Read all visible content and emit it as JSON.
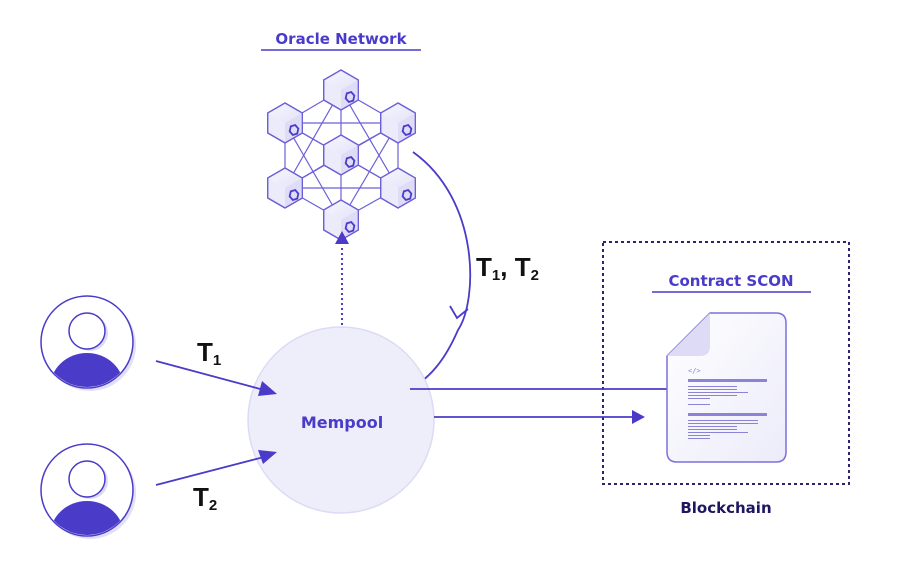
{
  "diagram": {
    "oracle_network": {
      "title": "Oracle Network",
      "nodes": [
        "top",
        "upper-left",
        "upper-right",
        "center",
        "lower-left",
        "lower-right",
        "bottom"
      ]
    },
    "users": [
      {
        "id": "user-1",
        "transaction": "T",
        "subscript": "1"
      },
      {
        "id": "user-2",
        "transaction": "T",
        "subscript": "2"
      }
    ],
    "mempool": {
      "label": "Mempool"
    },
    "oracle_return_label": {
      "t1": "T",
      "s1": "1",
      "sep": ", ",
      "t2": "T",
      "s2": "2"
    },
    "contract": {
      "title": "Contract SCON",
      "code_tag": "</>"
    },
    "blockchain": {
      "label": "Blockchain"
    },
    "colors": {
      "accent": "#4a3bc9",
      "accent_light": "#eeeefb",
      "cube_face": "#e8e7fa",
      "cube_stroke": "#6b60d6",
      "dark_text": "#111111",
      "navy": "#1e1660"
    }
  }
}
